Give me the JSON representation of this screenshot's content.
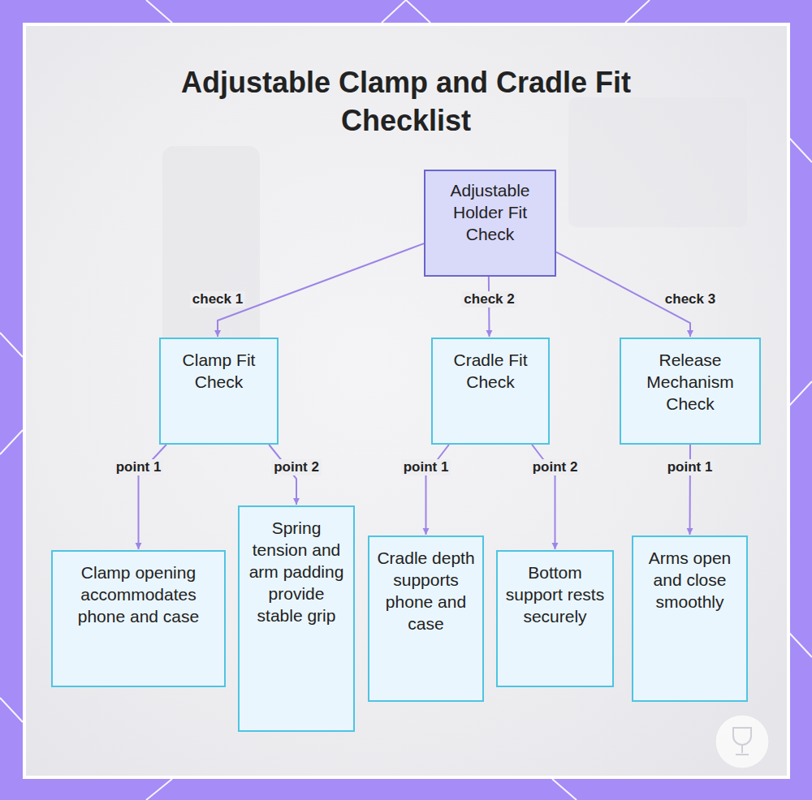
{
  "diagram": {
    "title": "Adjustable Clamp and Cradle Fit Checklist",
    "nodes": [
      {
        "text": [
          "Adjustable Holder Fit Check"
        ]
      },
      {
        "text": [
          "Clamp Fit Check"
        ]
      },
      {
        "text": [
          "Cradle Fit Check"
        ]
      },
      {
        "text": [
          "Release Mechanism Check"
        ]
      },
      {
        "text": [
          "Clamp opening accommodates phone and case"
        ]
      },
      {
        "text": [
          "Spring tension and arm padding provide stable grip"
        ]
      },
      {
        "text": [
          "Cradle depth supports phone and case"
        ]
      },
      {
        "text": [
          "Bottom support rests securely"
        ]
      },
      {
        "text": [
          "Arms open and close smoothly"
        ]
      }
    ],
    "edges": [
      {
        "from": 0,
        "to": 1,
        "label": "check 1",
        "arrow": "to"
      },
      {
        "from": 0,
        "to": 2,
        "label": "check 2",
        "arrow": "to"
      },
      {
        "from": 0,
        "to": 3,
        "label": "check 3",
        "arrow": "to"
      },
      {
        "from": 1,
        "to": 4,
        "label": "point 1",
        "arrow": "to"
      },
      {
        "from": 1,
        "to": 5,
        "label": "point 2",
        "arrow": "to"
      },
      {
        "from": 2,
        "to": 6,
        "label": "point 1",
        "arrow": "to"
      },
      {
        "from": 2,
        "to": 7,
        "label": "point 2",
        "arrow": "to"
      },
      {
        "from": 3,
        "to": 8,
        "label": "point 1",
        "arrow": "to"
      }
    ]
  }
}
